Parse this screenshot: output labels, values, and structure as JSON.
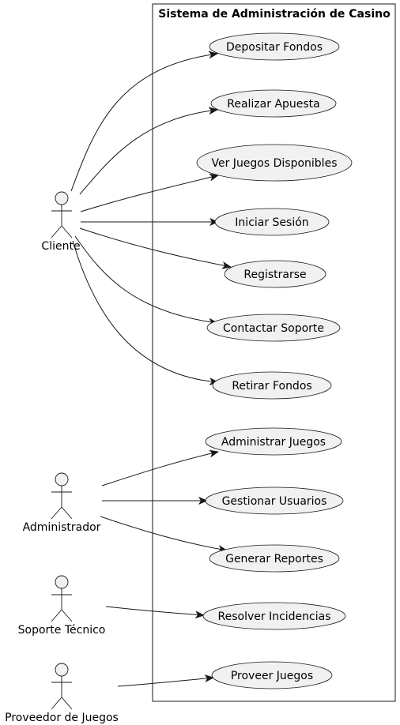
{
  "system": {
    "title": "Sistema de Administración de Casino"
  },
  "actors": [
    {
      "id": "cliente",
      "label": "Cliente"
    },
    {
      "id": "administrador",
      "label": "Administrador"
    },
    {
      "id": "soporte",
      "label": "Soporte Técnico"
    },
    {
      "id": "proveedor",
      "label": "Proveedor de Juegos"
    }
  ],
  "use_cases": [
    {
      "id": "depositar",
      "label": "Depositar Fondos"
    },
    {
      "id": "apuesta",
      "label": "Realizar Apuesta"
    },
    {
      "id": "ver_juegos",
      "label": "Ver Juegos Disponibles"
    },
    {
      "id": "sesion",
      "label": "Iniciar Sesión"
    },
    {
      "id": "registrarse",
      "label": "Registrarse"
    },
    {
      "id": "contactar",
      "label": "Contactar Soporte"
    },
    {
      "id": "retirar",
      "label": "Retirar Fondos"
    },
    {
      "id": "admin_juegos",
      "label": "Administrar Juegos"
    },
    {
      "id": "gestionar",
      "label": "Gestionar Usuarios"
    },
    {
      "id": "reportes",
      "label": "Generar Reportes"
    },
    {
      "id": "incidencias",
      "label": "Resolver Incidencias"
    },
    {
      "id": "proveer",
      "label": "Proveer Juegos"
    }
  ],
  "associations": [
    {
      "from": "cliente",
      "to": "depositar"
    },
    {
      "from": "cliente",
      "to": "apuesta"
    },
    {
      "from": "cliente",
      "to": "ver_juegos"
    },
    {
      "from": "cliente",
      "to": "sesion"
    },
    {
      "from": "cliente",
      "to": "registrarse"
    },
    {
      "from": "cliente",
      "to": "contactar"
    },
    {
      "from": "cliente",
      "to": "retirar"
    },
    {
      "from": "administrador",
      "to": "admin_juegos"
    },
    {
      "from": "administrador",
      "to": "gestionar"
    },
    {
      "from": "administrador",
      "to": "reportes"
    },
    {
      "from": "soporte",
      "to": "incidencias"
    },
    {
      "from": "proveedor",
      "to": "proveer"
    }
  ],
  "colors": {
    "node_fill": "#f1f1f1",
    "stroke": "#181818",
    "text": "#000000"
  }
}
